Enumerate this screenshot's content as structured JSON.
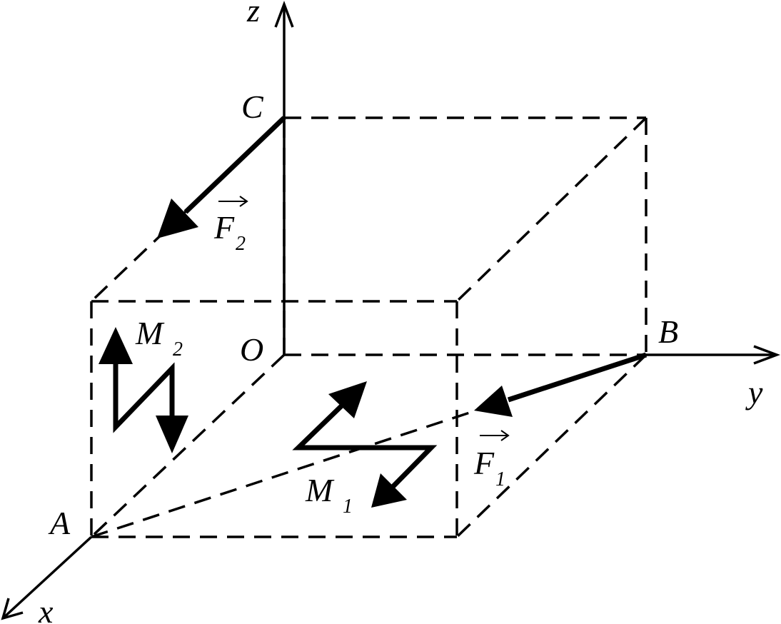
{
  "colors": {
    "ink": "#000000",
    "background": "#ffffff"
  },
  "axes": {
    "x": "x",
    "y": "y",
    "z": "z"
  },
  "points": {
    "O": "O",
    "A": "A",
    "B": "B",
    "C": "C"
  },
  "forces": {
    "F1": {
      "symbol": "F",
      "subscript": "1"
    },
    "F2": {
      "symbol": "F",
      "subscript": "2"
    }
  },
  "moments": {
    "M1": {
      "symbol": "M",
      "subscript": "1"
    },
    "M2": {
      "symbol": "M",
      "subscript": "2"
    }
  }
}
